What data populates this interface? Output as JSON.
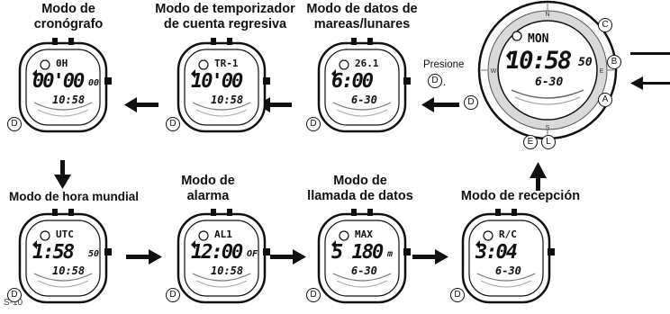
{
  "modes": {
    "chrono": {
      "title_l1": "Modo de",
      "title_l2": "cronógrafo",
      "top": "0H",
      "main": "00'00",
      "main_small": "00",
      "bottom": "10:58",
      "button": "D"
    },
    "timer": {
      "title_l1": "Modo de temporizador",
      "title_l2": "de cuenta regresiva",
      "top": "TR-1",
      "main": "10'00",
      "bottom": "10:58",
      "button": "D"
    },
    "tide": {
      "title_l1": "Modo de datos de",
      "title_l2": "mareas/lunares",
      "top": "26.1",
      "main": "6:00",
      "bottom": "6-30",
      "button": "D"
    },
    "world": {
      "title": "Modo de hora mundial",
      "top": "UTC",
      "main": "1:58",
      "main_small": "50",
      "bottom": "10:58",
      "button": "D"
    },
    "alarm": {
      "title_l1": "Modo de",
      "title_l2": "alarma",
      "top": "AL1",
      "main": "12:00",
      "main_small": "OF",
      "bottom": "10:58",
      "button": "D"
    },
    "recall": {
      "title_l1": "Modo de",
      "title_l2": "llamada de datos",
      "top": "MAX",
      "main": "5 180",
      "main_small": "m",
      "bottom": "6-30",
      "button": "D"
    },
    "reception": {
      "title": "Modo de recepción",
      "top": "R/C",
      "main": "3:04",
      "bottom": "6-30",
      "button": "D"
    }
  },
  "big_watch": {
    "top": "MON",
    "main": "10:58",
    "main_small": "50",
    "bottom": "6-30",
    "buttons": {
      "c": "C",
      "b": "B",
      "a": "A",
      "e": "E",
      "l": "L",
      "d": "D"
    },
    "bezel": {
      "n": "N",
      "w": "W",
      "e": "E",
      "s": "S"
    }
  },
  "instruction": {
    "line1": "Presione",
    "button": "D",
    "suffix": "."
  },
  "page_number": "S-10"
}
